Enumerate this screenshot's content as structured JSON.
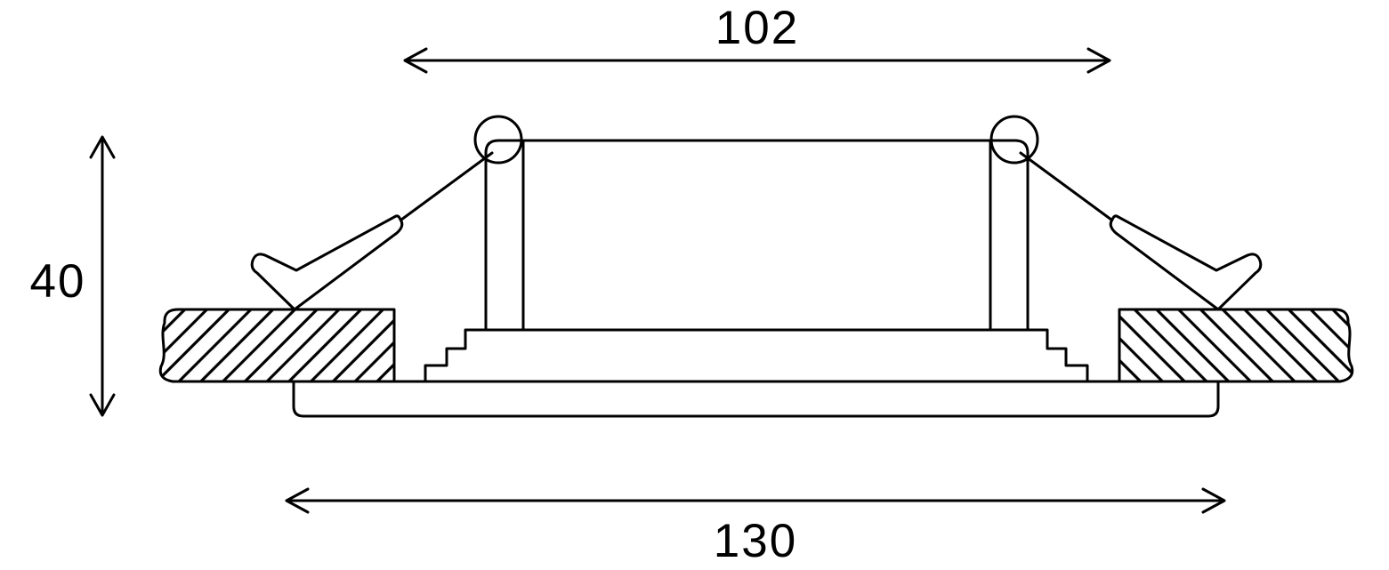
{
  "drawing": {
    "kind": "technical-cross-section"
  },
  "dimensions": {
    "cutout_width": {
      "label": "102"
    },
    "recess_depth": {
      "label": "40"
    },
    "overall_diameter": {
      "label": "130"
    }
  },
  "colors": {
    "line": "#000000",
    "background": "#ffffff",
    "fill": "#ffffff"
  }
}
